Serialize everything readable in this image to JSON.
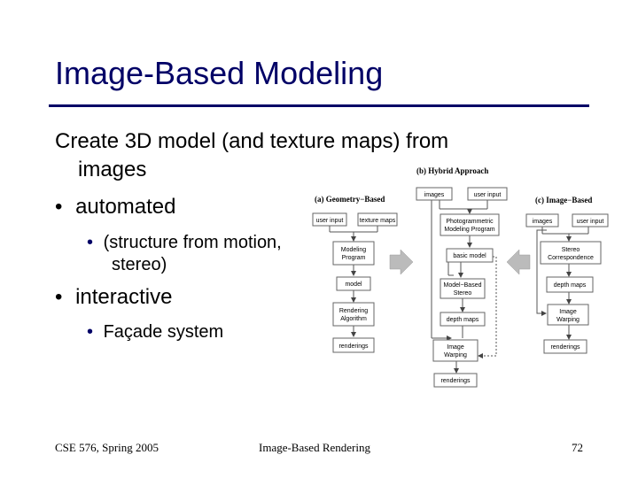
{
  "slide": {
    "title": "Image-Based Modeling",
    "body": {
      "intro_line1": "Create 3D model (and texture maps) from",
      "intro_line2": "images",
      "bullet_automated": "automated",
      "sub_automated_line1": "(structure from motion,",
      "sub_automated_line2": "stereo)",
      "bullet_interactive": "interactive",
      "sub_interactive": "Façade system"
    },
    "footer": {
      "course": "CSE 576, Spring 2005",
      "topic": "Image-Based Rendering",
      "page_number": "72"
    }
  },
  "diagram": {
    "panel_a": {
      "heading": "(a) Geometry−Based",
      "user_input": "user input",
      "texture_maps": "texture maps",
      "modeling_program_line1": "Modeling",
      "modeling_program_line2": "Program",
      "model": "model",
      "rendering_algorithm_line1": "Rendering",
      "rendering_algorithm_line2": "Algorithm",
      "renderings": "renderings"
    },
    "panel_b": {
      "heading": "(b) Hybrid Approach",
      "images": "images",
      "user_input": "user input",
      "photogrammetric_line1": "Photogrammetric",
      "photogrammetric_line2": "Modeling Program",
      "basic_model": "basic model",
      "model_based_stereo_line1": "Model−Based",
      "model_based_stereo_line2": "Stereo",
      "depth_maps": "depth maps",
      "image_warping_line1": "Image",
      "image_warping_line2": "Warping",
      "renderings": "renderings"
    },
    "panel_c": {
      "heading": "(c) Image−Based",
      "images": "images",
      "user_input": "user input",
      "stereo_correspondence_line1": "Stereo",
      "stereo_correspondence_line2": "Correspondence",
      "depth_maps": "depth maps",
      "image_warping_line1": "Image",
      "image_warping_line2": "Warping",
      "renderings": "renderings"
    },
    "colors": {
      "box_border": "#666666",
      "arrow_fill": "#bbbbbb",
      "title": "#000066"
    }
  }
}
